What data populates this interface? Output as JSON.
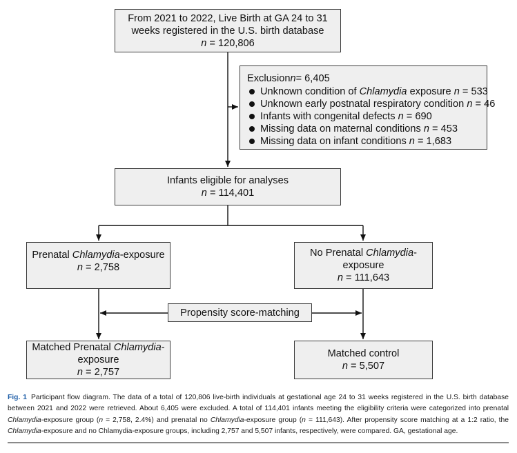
{
  "diagram": {
    "top_box": {
      "line1": "From 2021 to 2022, Live Birth at GA 24 to 31",
      "line2": "weeks  registered  in the U.S. birth database",
      "n_label": "n",
      "n_value": " = 120,806"
    },
    "exclusion": {
      "title_text": "Exclusion ",
      "title_n": "n",
      "title_value": " = 6,405",
      "items": [
        {
          "pre": "Unknown condition of ",
          "ital": "Chlamydia",
          "post": " exposure ",
          "n": "n",
          "value": " = 533"
        },
        {
          "pre": "Unknown early postnatal respiratory condition ",
          "ital": "",
          "post": "",
          "n": "n",
          "value": " = 46"
        },
        {
          "pre": "Infants with congenital defects ",
          "ital": "",
          "post": "",
          "n": "n",
          "value": " = 690"
        },
        {
          "pre": "Missing data on maternal conditions ",
          "ital": "",
          "post": "",
          "n": "n",
          "value": " = 453"
        },
        {
          "pre": "Missing data on infant conditions ",
          "ital": "",
          "post": "",
          "n": "n",
          "value": " = 1,683"
        }
      ]
    },
    "eligible": {
      "line1": "Infants eligible for analyses",
      "n_label": "n",
      "n_value": " = 114,401"
    },
    "prenatal": {
      "pre": "Prenatal ",
      "ital": "Chlamydia",
      "post": "-exposure",
      "n_label": "n",
      "n_value": " = 2,758"
    },
    "no_prenatal": {
      "pre": "No Prenatal ",
      "ital": "Chlamydia",
      "post": "-",
      "line2": "exposure",
      "n_label": "n",
      "n_value": " = 111,643"
    },
    "psm": {
      "label": "Propensity score-matching"
    },
    "matched_prenatal": {
      "pre": "Matched Prenatal ",
      "ital": "Chlamydia",
      "post": "-",
      "line2": "exposure",
      "n_label": "n",
      "n_value": " = 2,757"
    },
    "matched_control": {
      "line1": "Matched control",
      "n_label": "n",
      "n_value": " = 5,507"
    }
  },
  "caption": {
    "fig_label": "Fig. 1",
    "s1": "Participant flow diagram. The data of a total of 120,806 live-birth individuals at gestational age 24 to 31 weeks registered in the U.S. birth database between 2021 and 2022 were retrieved. About 6,405 were excluded. A total of 114,401 infants meeting the eligibility criteria were categorized into prenatal ",
    "i1": "Chlamydia",
    "s2": "-exposure group (",
    "n1": "n",
    "s3": " = 2,758, 2.4%) and prenatal no ",
    "i2": "Chlamydia",
    "s4": "-exposure group (",
    "n2": "n",
    "s5": " = 111,643). After propensity score matching at a 1:2 ratio, the ",
    "i3": "Chlamydia",
    "s6": "-exposure and no Chlamydia-exposure groups, including 2,757 and 5,507 infants, respectively, were compared. GA, gestational age."
  }
}
